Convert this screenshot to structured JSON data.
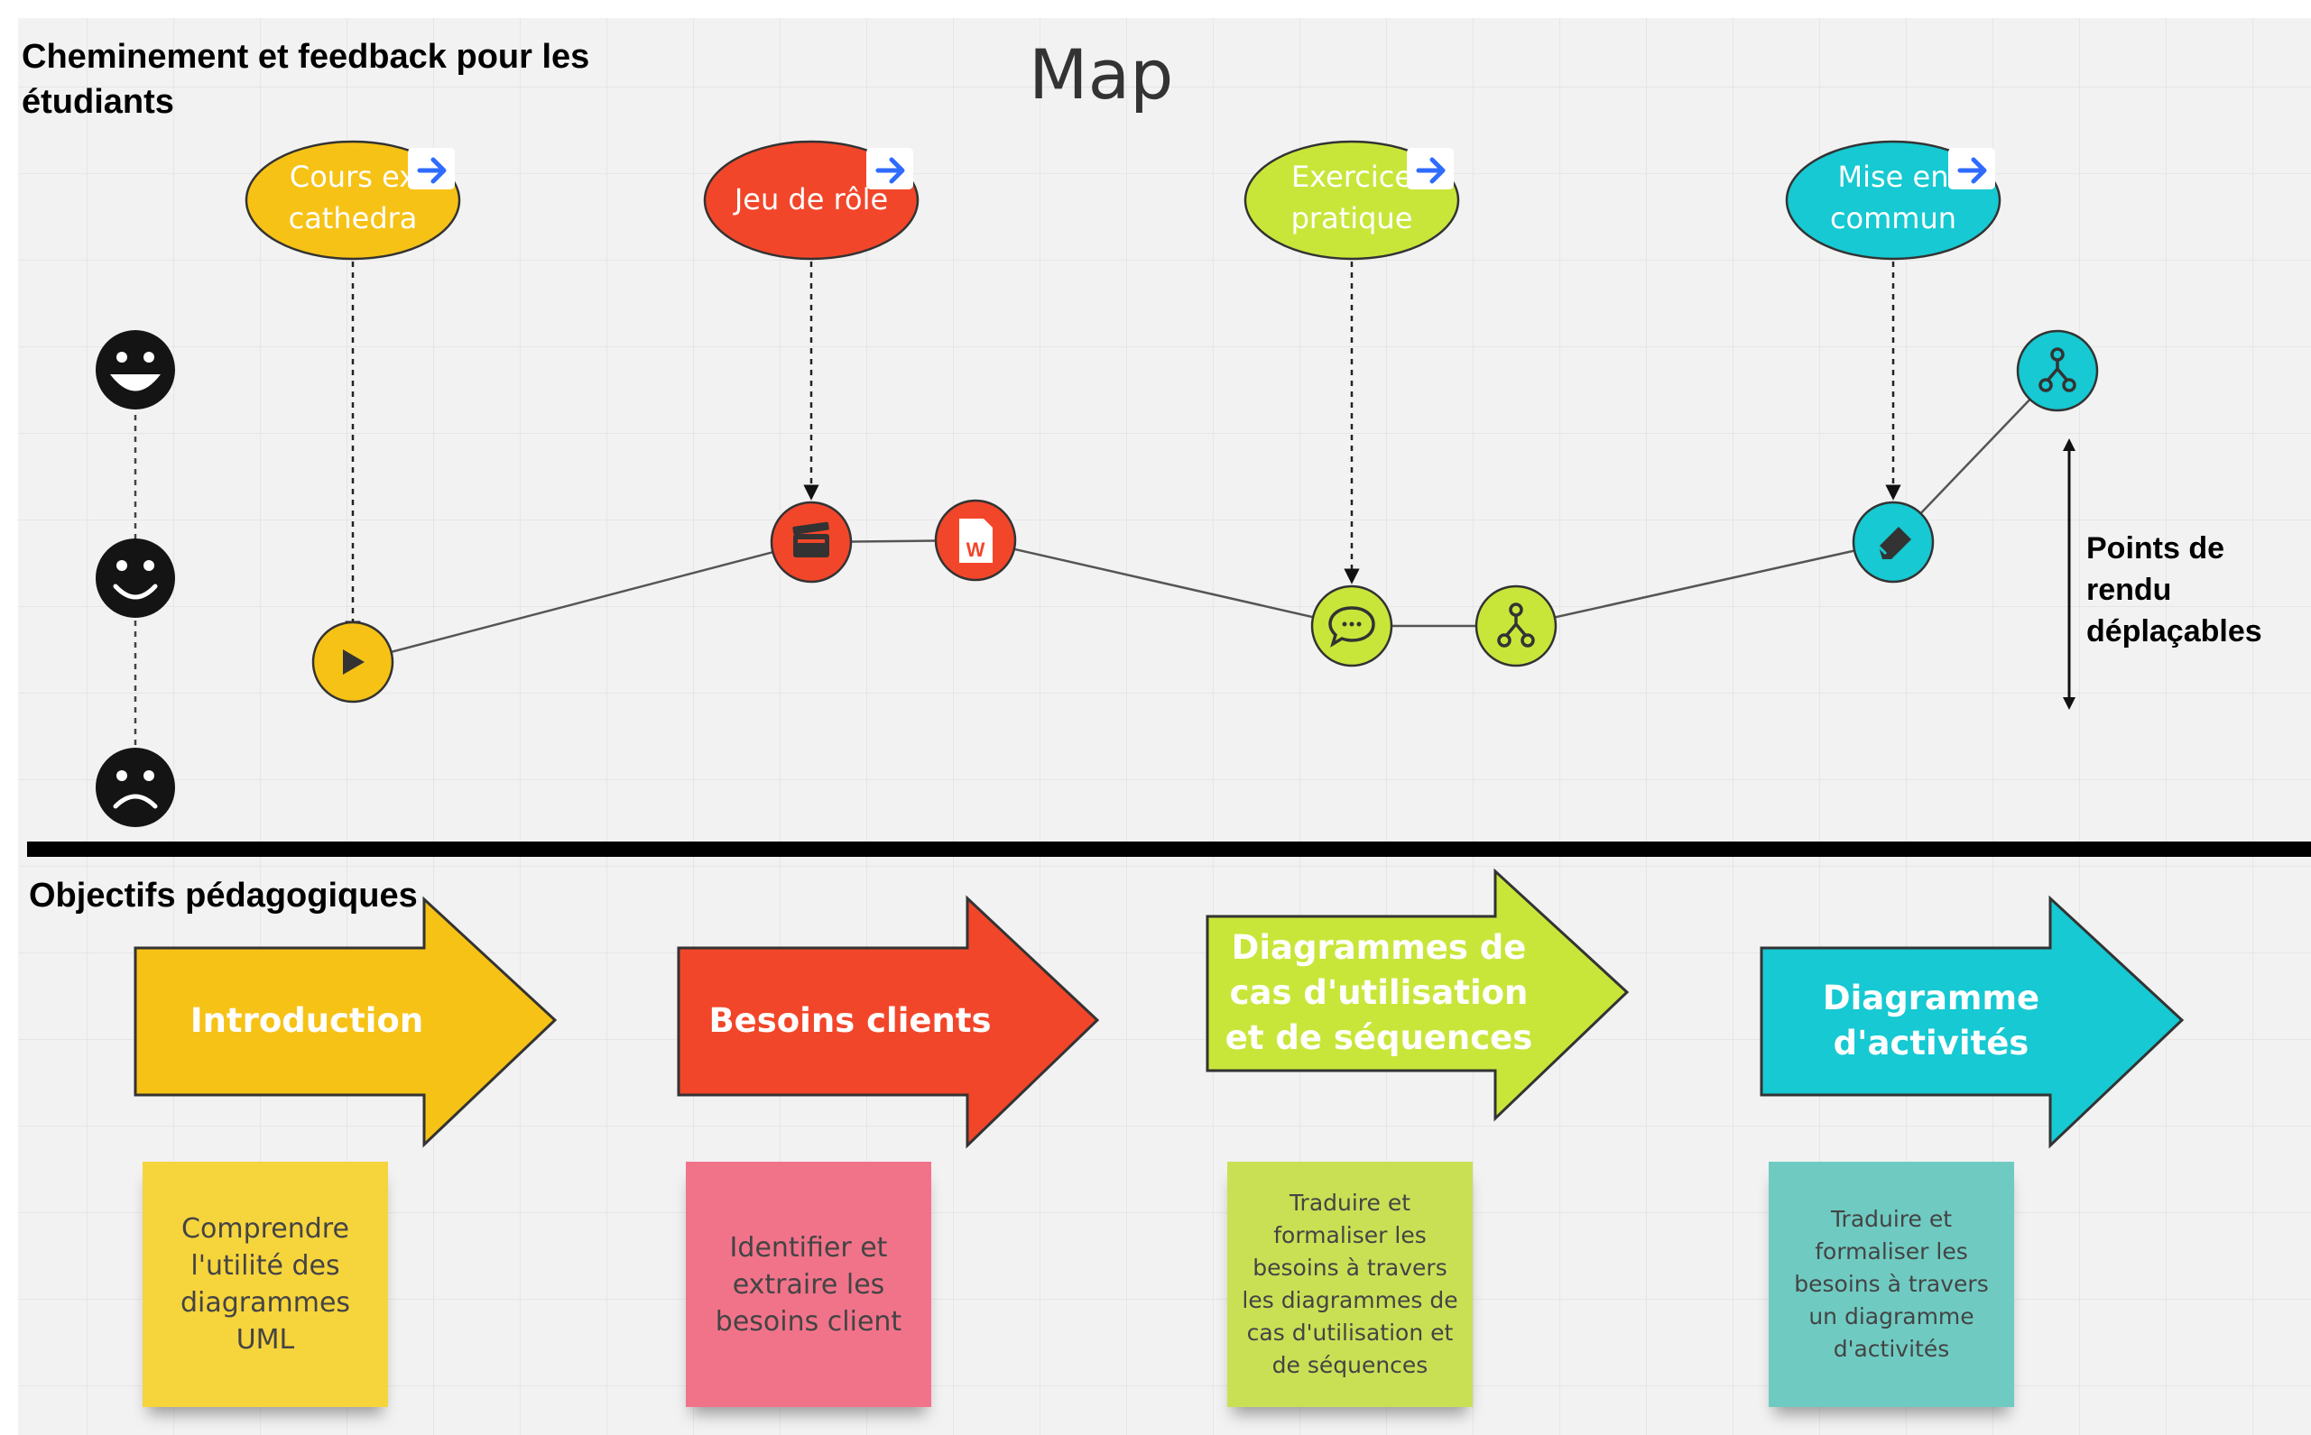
{
  "headings": {
    "journey": "Cheminement et feedback pour les étudiants",
    "map_title": "Map",
    "objectives": "Objectifs pédagogiques",
    "side_note": "Points de rendu déplaçables"
  },
  "colors": {
    "yellow": "#F7C216",
    "red": "#F2462A",
    "green": "#C8E63A",
    "teal": "#16C9D2",
    "sticky_yellow": "#F6D43C",
    "sticky_pink": "#F1738A",
    "sticky_green": "#C9E055",
    "sticky_teal": "#6FCBC2"
  },
  "activities": [
    {
      "label": "Cours ex cathedra",
      "icon": "play-icon"
    },
    {
      "label": "Jeu de rôle",
      "icon": "clapperboard-icon"
    },
    {
      "label": "Exercice pratique",
      "icon": "chat-bubble-icon"
    },
    {
      "label": "Mise en commun",
      "icon": "eraser-icon"
    }
  ],
  "feedback_scale": [
    "very-happy-face-icon",
    "smile-face-icon",
    "sad-face-icon"
  ],
  "path_icons": [
    "play-icon",
    "clapperboard-icon",
    "word-document-icon",
    "chat-bubble-icon",
    "branch-icon",
    "eraser-icon",
    "branch-icon"
  ],
  "objectives": [
    {
      "title": "Introduction",
      "note": "Comprendre l'utilité des diagrammes UML"
    },
    {
      "title": "Besoins clients",
      "note": "Identifier et extraire les besoins client"
    },
    {
      "title": "Diagrammes de cas d'utilisation et de séquences",
      "note": "Traduire et formaliser les besoins à travers les diagrammes de cas d'utilisation et de séquences"
    },
    {
      "title": "Diagramme d'activités",
      "note": "Traduire et formaliser les besoins à travers un diagramme d'activités"
    }
  ]
}
